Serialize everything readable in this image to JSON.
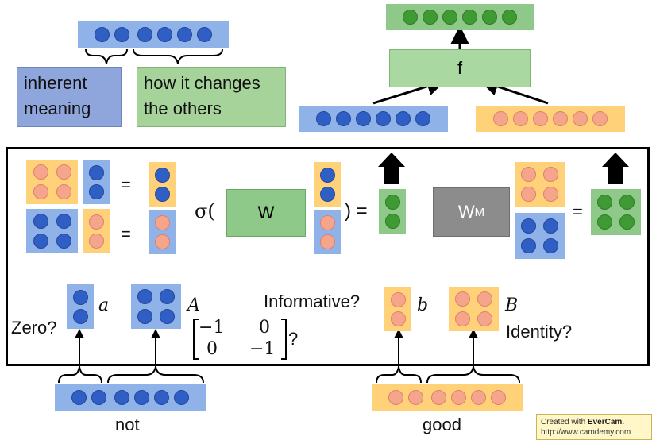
{
  "labels": {
    "inherent": "inherent meaning",
    "changes": "how it changes the others",
    "f": "f",
    "w": "W",
    "wm": "W",
    "wm_sub": "M",
    "sigma": "σ(",
    "close_eq": ") =",
    "eq": "=",
    "zero": "Zero?",
    "a": "a",
    "A": "A",
    "informative": "Informative?",
    "b": "b",
    "B": "B",
    "identity": "Identity?",
    "matrix_r1c1": "−1",
    "matrix_r1c2": "0",
    "matrix_r2c1": "0",
    "matrix_r2c2": "−1",
    "qmark": "?",
    "not": "not",
    "good": "good"
  },
  "watermark": {
    "line1": "Created with ",
    "brand": "EverCam.",
    "line2": "http://www.camdemy.com"
  },
  "colors": {
    "blue_vec": "#8fb3e8",
    "blue_dot": "#2f5fc4",
    "orange_vec": "#ffd27a",
    "orange_dot": "#f5a58c",
    "green_vec": "#8ec98a",
    "green_dot": "#3f9a34",
    "inherent_box": "#8fa6dd",
    "changes_box": "#a6d39a",
    "wm_box": "#8c8c8c"
  }
}
